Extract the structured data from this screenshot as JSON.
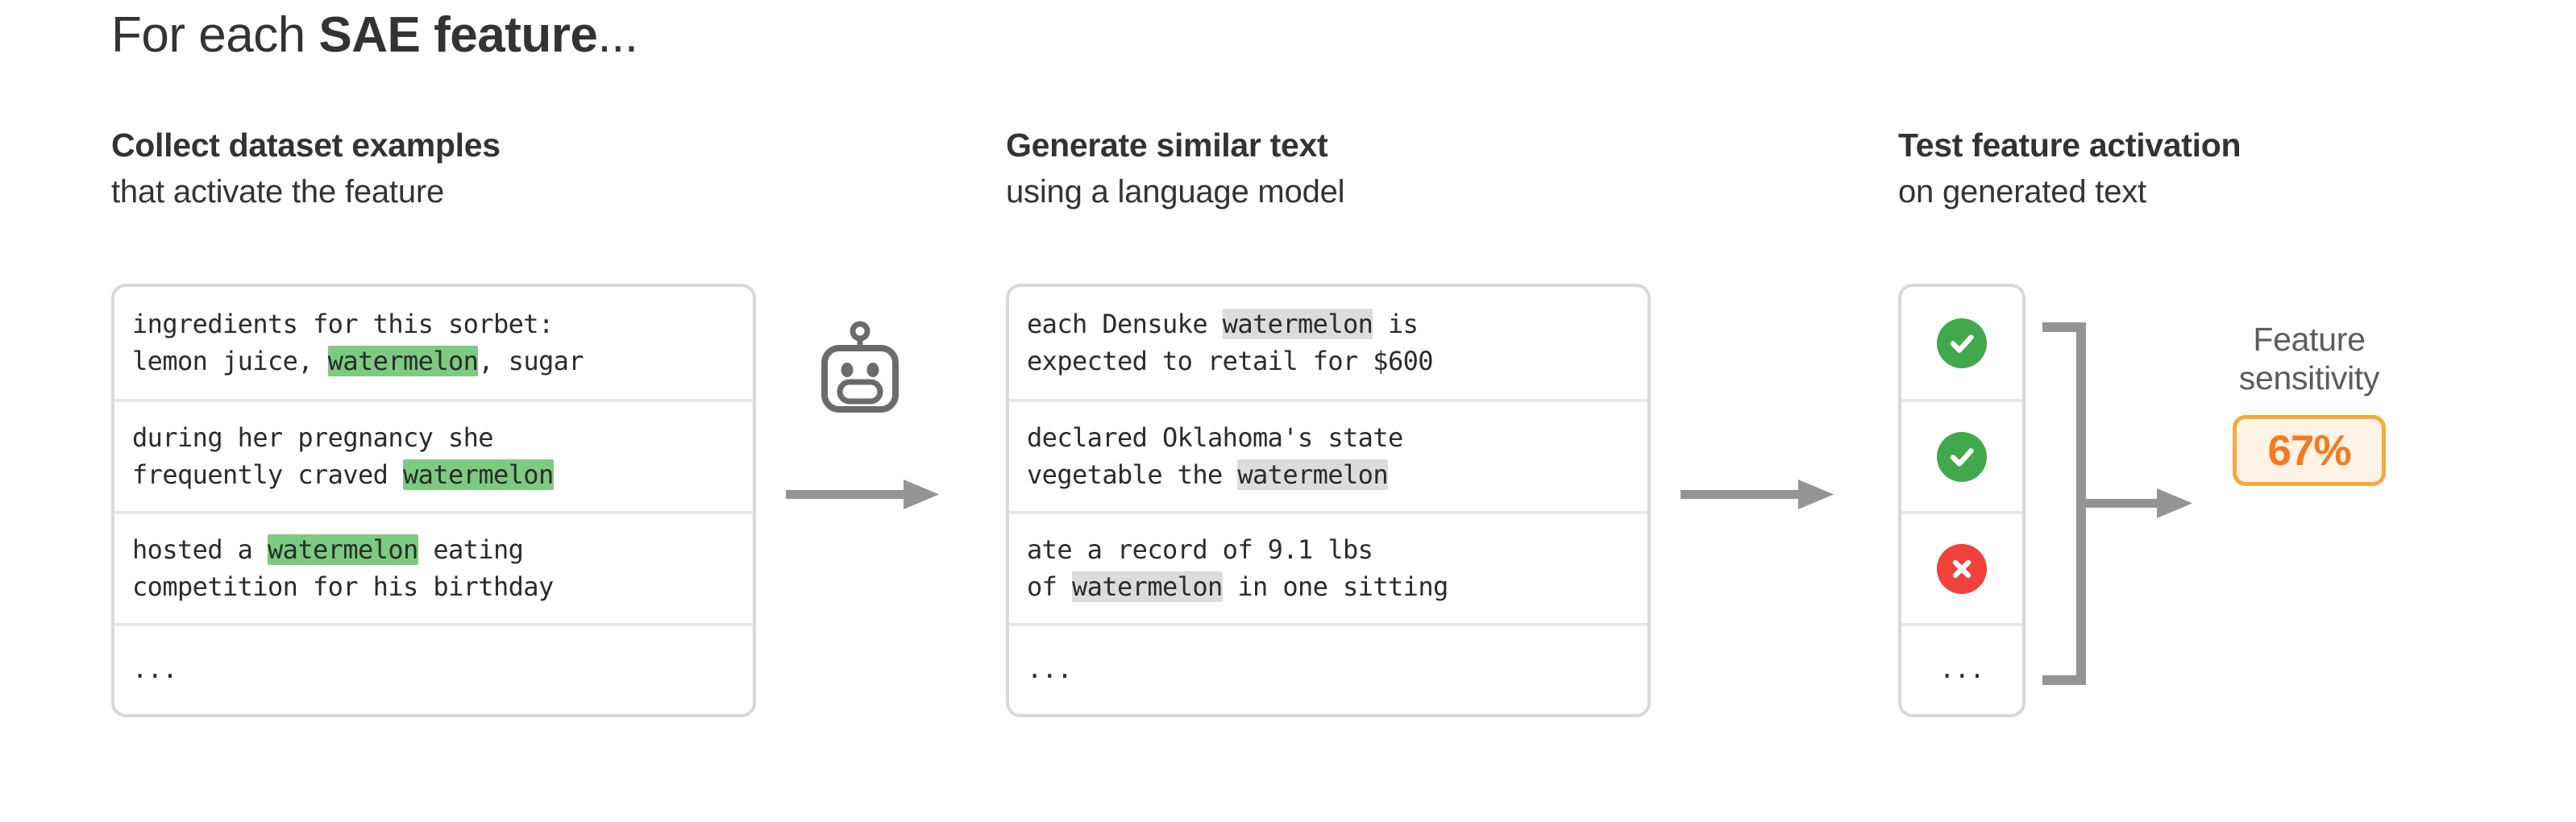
{
  "title": {
    "prefix": "For each ",
    "strong": "SAE feature",
    "suffix": "..."
  },
  "columns": [
    {
      "heading": "Collect dataset examples",
      "subheading": "that activate the feature"
    },
    {
      "heading": "Generate similar text",
      "subheading": "using a language model"
    },
    {
      "heading": "Test feature activation",
      "subheading": "on generated text"
    }
  ],
  "dataset_examples": {
    "highlight_color": "#7ccb80",
    "rows": [
      {
        "line1_pre": "ingredients for this sorbet:",
        "line2_pre": "lemon juice, ",
        "line2_hl": "watermelon",
        "line2_post": ", sugar"
      },
      {
        "line1_pre": "during her pregnancy she",
        "line2_pre": "frequently craved ",
        "line2_hl": "watermelon",
        "line2_post": ""
      },
      {
        "line1_pre": "hosted a ",
        "line1_hl": "watermelon",
        "line1_post": " eating",
        "line2_pre": "competition for his birthday"
      }
    ],
    "ellipsis": "..."
  },
  "generated_examples": {
    "highlight_color": "#dcdcdc",
    "rows": [
      {
        "line1_pre": "each Densuke ",
        "line1_hl": "watermelon",
        "line1_post": " is",
        "line2_pre": "expected to retail for $600"
      },
      {
        "line1_pre": "declared Oklahoma's state",
        "line2_pre": "vegetable the ",
        "line2_hl": "watermelon",
        "line2_post": ""
      },
      {
        "line1_pre": "ate a record of 9.1 lbs",
        "line2_pre": "of ",
        "line2_hl": "watermelon",
        "line2_post": " in one sitting"
      }
    ],
    "ellipsis": "..."
  },
  "test_results": {
    "pass_color": "#42a84c",
    "fail_color": "#f0413a",
    "rows": [
      {
        "status": "pass",
        "icon": "check-icon"
      },
      {
        "status": "pass",
        "icon": "check-icon"
      },
      {
        "status": "fail",
        "icon": "cross-icon"
      }
    ],
    "ellipsis": "..."
  },
  "sensitivity": {
    "label_line1": "Feature",
    "label_line2": "sensitivity",
    "value": "67%",
    "value_color": "#f5791f",
    "border_color": "#f5a93e",
    "background_color": "#fdf3e4"
  },
  "icons": {
    "robot": "robot-icon",
    "arrow": "arrow-right-icon",
    "bracket": "bracket-icon"
  },
  "colors": {
    "text": "#333333",
    "muted": "#5c5c5c",
    "arrow": "#949494",
    "box_border": "#d8d8d8",
    "divider": "#e8e8e8"
  }
}
